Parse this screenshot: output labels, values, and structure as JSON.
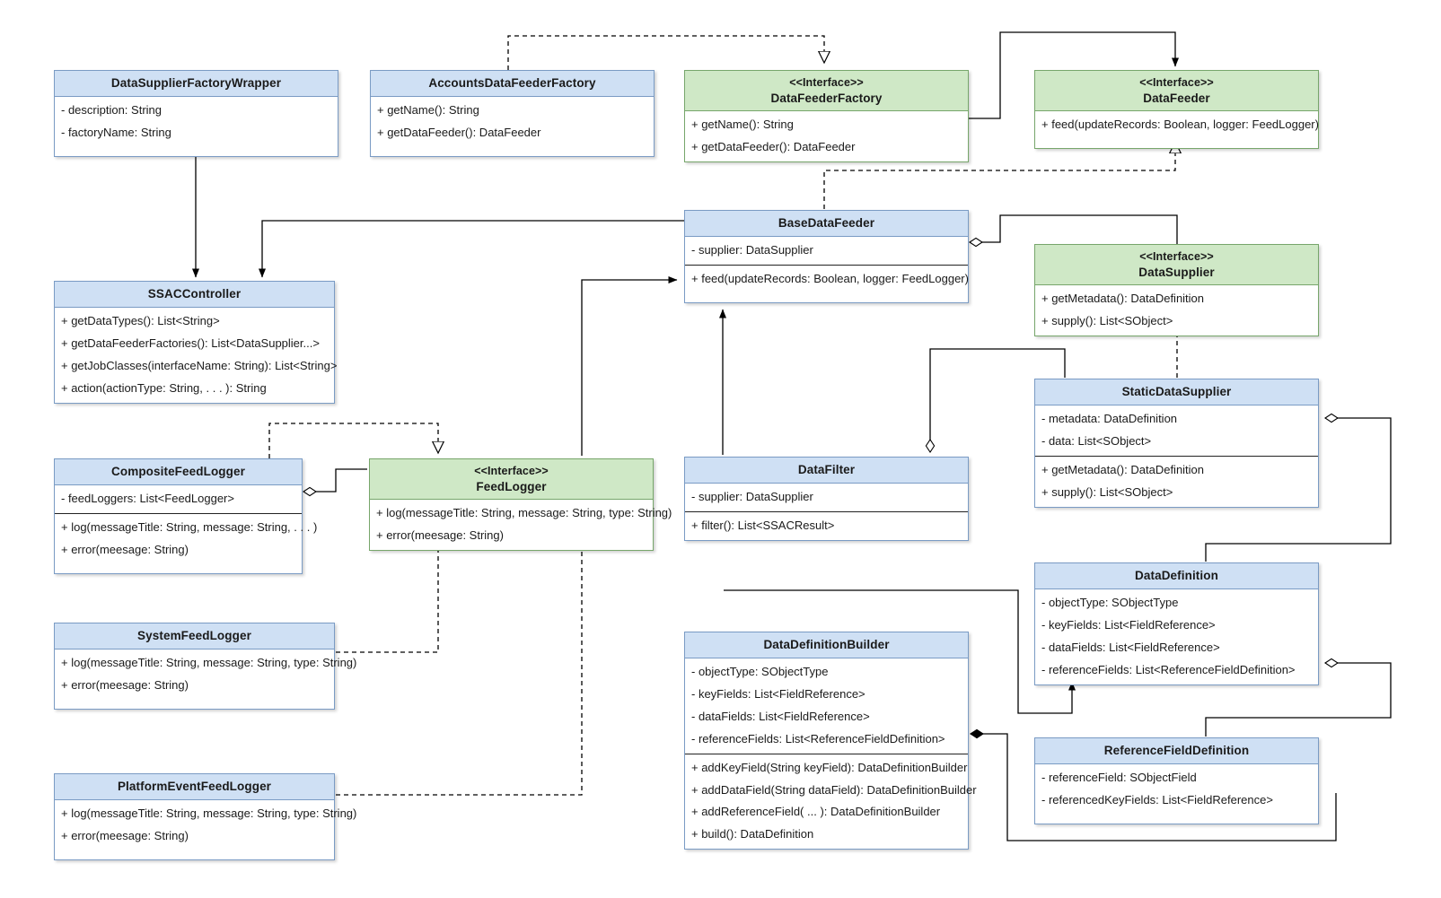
{
  "diagram": {
    "type": "uml-class-diagram",
    "title": "SSAC Data Feeder Class Diagram",
    "colors": {
      "class_header": "#cfe0f4",
      "class_border": "#7a9bc4",
      "interface_header": "#cfe8c6",
      "interface_border": "#77a66b",
      "body": "#ffffff",
      "line": "#000000",
      "text": "#1a1a1a"
    }
  },
  "classes": [
    {
      "id": "DataSupplierFactoryWrapper",
      "name": "DataSupplierFactoryWrapper",
      "stereotype": "",
      "kind": "class",
      "attributes": [
        "- description: String",
        "- factoryName: String"
      ],
      "operations": []
    },
    {
      "id": "AccountsDataFeederFactory",
      "name": "AccountsDataFeederFactory",
      "stereotype": "",
      "kind": "class",
      "attributes": [],
      "operations": [
        "+ getName(): String",
        "+ getDataFeeder(): DataFeeder"
      ]
    },
    {
      "id": "DataFeederFactory",
      "name": "DataFeederFactory",
      "stereotype": "<<Interface>>",
      "kind": "interface",
      "attributes": [],
      "operations": [
        "+ getName(): String",
        "+ getDataFeeder(): DataFeeder"
      ]
    },
    {
      "id": "DataFeeder",
      "name": "DataFeeder",
      "stereotype": "<<Interface>>",
      "kind": "interface",
      "attributes": [],
      "operations": [
        "+ feed(updateRecords: Boolean, logger: FeedLogger)"
      ]
    },
    {
      "id": "BaseDataFeeder",
      "name": "BaseDataFeeder",
      "stereotype": "",
      "kind": "class",
      "attributes": [
        "- supplier: DataSupplier"
      ],
      "operations": [
        "+ feed(updateRecords: Boolean, logger: FeedLogger)"
      ]
    },
    {
      "id": "DataSupplier",
      "name": "DataSupplier",
      "stereotype": "<<Interface>>",
      "kind": "interface",
      "attributes": [],
      "operations": [
        "+ getMetadata(): DataDefinition",
        "+ supply(): List<SObject>"
      ]
    },
    {
      "id": "SSACController",
      "name": "SSACController",
      "stereotype": "",
      "kind": "class",
      "attributes": [],
      "operations": [
        "+ getDataTypes(): List<String>",
        "+ getDataFeederFactories(): List<DataSupplier...>",
        "+ getJobClasses(interfaceName: String): List<String>",
        "+ action(actionType: String,  . . . ): String"
      ]
    },
    {
      "id": "StaticDataSupplier",
      "name": "StaticDataSupplier",
      "stereotype": "",
      "kind": "class",
      "attributes": [
        "- metadata: DataDefinition",
        "- data: List<SObject>"
      ],
      "operations": [
        "+ getMetadata(): DataDefinition",
        "+ supply(): List<SObject>"
      ]
    },
    {
      "id": "CompositeFeedLogger",
      "name": "CompositeFeedLogger",
      "stereotype": "",
      "kind": "class",
      "attributes": [
        "- feedLoggers: List<FeedLogger>"
      ],
      "operations": [
        "+ log(messageTitle: String, message: String, . . . )",
        "+ error(meesage: String)"
      ]
    },
    {
      "id": "FeedLogger",
      "name": "FeedLogger",
      "stereotype": "<<Interface>>",
      "kind": "interface",
      "attributes": [],
      "operations": [
        "+ log(messageTitle: String, message: String, type: String)",
        "+ error(meesage: String)"
      ]
    },
    {
      "id": "DataFilter",
      "name": "DataFilter",
      "stereotype": "",
      "kind": "class",
      "attributes": [
        "- supplier: DataSupplier"
      ],
      "operations": [
        "+ filter(): List<SSACResult>"
      ]
    },
    {
      "id": "DataDefinition",
      "name": "DataDefinition",
      "stereotype": "",
      "kind": "class",
      "attributes": [
        "- objectType: SObjectType",
        "- keyFields: List<FieldReference>",
        "- dataFields: List<FieldReference>",
        "- referenceFields: List<ReferenceFieldDefinition>"
      ],
      "operations": []
    },
    {
      "id": "SystemFeedLogger",
      "name": "SystemFeedLogger",
      "stereotype": "",
      "kind": "class",
      "attributes": [],
      "operations": [
        "+ log(messageTitle: String, message: String, type: String)",
        "+ error(meesage: String)"
      ]
    },
    {
      "id": "DataDefinitionBuilder",
      "name": "DataDefinitionBuilder",
      "stereotype": "",
      "kind": "class",
      "attributes": [
        "- objectType: SObjectType",
        "- keyFields: List<FieldReference>",
        "- dataFields: List<FieldReference>",
        "- referenceFields: List<ReferenceFieldDefinition>"
      ],
      "operations": [
        "+ addKeyField(String keyField): DataDefinitionBuilder",
        "+ addDataField(String dataField): DataDefinitionBuilder",
        "+ addReferenceField( ... ): DataDefinitionBuilder",
        "+ build(): DataDefinition"
      ]
    },
    {
      "id": "ReferenceFieldDefinition",
      "name": "ReferenceFieldDefinition",
      "stereotype": "",
      "kind": "class",
      "attributes": [
        "- referenceField: SObjectField",
        "- referencedKeyFields: List<FieldReference>"
      ],
      "operations": []
    },
    {
      "id": "PlatformEventFeedLogger",
      "name": "PlatformEventFeedLogger",
      "stereotype": "",
      "kind": "class",
      "attributes": [],
      "operations": [
        "+ log(messageTitle: String, message: String, type: String)",
        "+ error(meesage: String)"
      ]
    }
  ],
  "relationships": [
    {
      "from": "AccountsDataFeederFactory",
      "to": "DataFeederFactory",
      "type": "realization"
    },
    {
      "from": "DataSupplierFactoryWrapper",
      "to": "SSACController",
      "type": "association-directed"
    },
    {
      "from": "DataFeederFactory",
      "to": "DataFeeder",
      "type": "association-directed"
    },
    {
      "from": "BaseDataFeeder",
      "to": "DataFeeder",
      "type": "realization"
    },
    {
      "from": "BaseDataFeeder",
      "to": "DataSupplier",
      "type": "aggregation"
    },
    {
      "from": "StaticDataSupplier",
      "to": "DataSupplier",
      "type": "realization"
    },
    {
      "from": "BaseDataFeeder",
      "to": "SSACController",
      "type": "association-directed"
    },
    {
      "from": "DataFilter",
      "to": "BaseDataFeeder",
      "type": "association-directed"
    },
    {
      "from": "FeedLogger",
      "to": "BaseDataFeeder",
      "type": "association-directed"
    },
    {
      "from": "CompositeFeedLogger",
      "to": "FeedLogger",
      "type": "realization"
    },
    {
      "from": "CompositeFeedLogger",
      "to": "FeedLogger",
      "type": "aggregation"
    },
    {
      "from": "SystemFeedLogger",
      "to": "FeedLogger",
      "type": "realization"
    },
    {
      "from": "PlatformEventFeedLogger",
      "to": "FeedLogger",
      "type": "realization"
    },
    {
      "from": "DataFilter",
      "to": "StaticDataSupplier",
      "type": "aggregation"
    },
    {
      "from": "StaticDataSupplier",
      "to": "DataDefinition",
      "type": "aggregation"
    },
    {
      "from": "DataDefinition",
      "to": "ReferenceFieldDefinition",
      "type": "aggregation"
    },
    {
      "from": "DataDefinitionBuilder",
      "to": "DataDefinition",
      "type": "association-directed"
    },
    {
      "from": "DataDefinitionBuilder",
      "to": "ReferenceFieldDefinition",
      "type": "composition"
    }
  ]
}
